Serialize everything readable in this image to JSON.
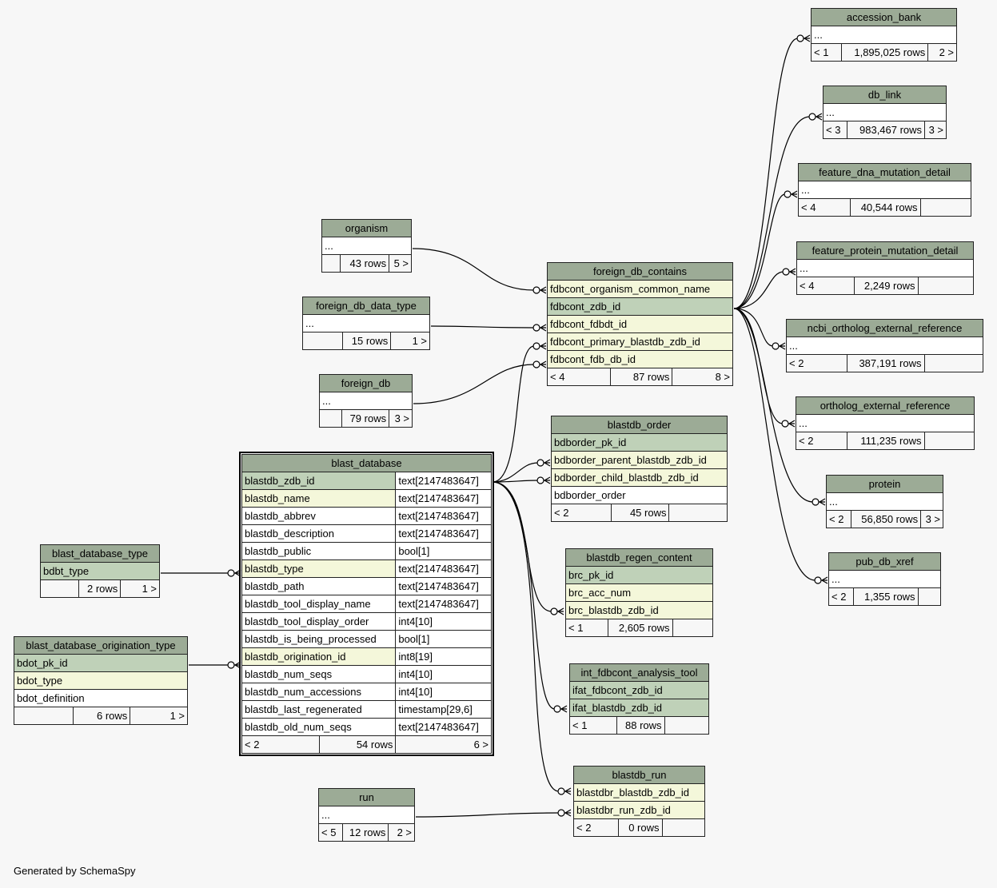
{
  "footer": "Generated by SchemaSpy",
  "colors": {
    "header": "#9cab96",
    "primary_key": "#bfd1b8",
    "foreign_key": "#f4f7da",
    "background": "#f7f7f7"
  },
  "tables": {
    "blast_database": {
      "name": "blast_database",
      "columns": [
        {
          "name": "blastdb_zdb_id",
          "type": "text[2147483647]",
          "kind": "pk"
        },
        {
          "name": "blastdb_name",
          "type": "text[2147483647]",
          "kind": "fk"
        },
        {
          "name": "blastdb_abbrev",
          "type": "text[2147483647]",
          "kind": "plain"
        },
        {
          "name": "blastdb_description",
          "type": "text[2147483647]",
          "kind": "plain"
        },
        {
          "name": "blastdb_public",
          "type": "bool[1]",
          "kind": "plain"
        },
        {
          "name": "blastdb_type",
          "type": "text[2147483647]",
          "kind": "fk"
        },
        {
          "name": "blastdb_path",
          "type": "text[2147483647]",
          "kind": "plain"
        },
        {
          "name": "blastdb_tool_display_name",
          "type": "text[2147483647]",
          "kind": "plain"
        },
        {
          "name": "blastdb_tool_display_order",
          "type": "int4[10]",
          "kind": "plain"
        },
        {
          "name": "blastdb_is_being_processed",
          "type": "bool[1]",
          "kind": "plain"
        },
        {
          "name": "blastdb_origination_id",
          "type": "int8[19]",
          "kind": "fk"
        },
        {
          "name": "blastdb_num_seqs",
          "type": "int4[10]",
          "kind": "plain"
        },
        {
          "name": "blastdb_num_accessions",
          "type": "int4[10]",
          "kind": "plain"
        },
        {
          "name": "blastdb_last_regenerated",
          "type": "timestamp[29,6]",
          "kind": "plain"
        },
        {
          "name": "blastdb_old_num_seqs",
          "type": "text[2147483647]",
          "kind": "plain"
        }
      ],
      "parents": "< 2",
      "rows": "54 rows",
      "children": "6 >"
    },
    "organism": {
      "name": "organism",
      "cols": [
        "..."
      ],
      "parents": "",
      "rows": "43 rows",
      "children": "5 >"
    },
    "foreign_db_data_type": {
      "name": "foreign_db_data_type",
      "cols": [
        "..."
      ],
      "parents": "",
      "rows": "15 rows",
      "children": "1 >"
    },
    "foreign_db": {
      "name": "foreign_db",
      "cols": [
        "..."
      ],
      "parents": "",
      "rows": "79 rows",
      "children": "3 >"
    },
    "blast_database_type": {
      "name": "blast_database_type",
      "cols": [
        "bdbt_type"
      ],
      "parents": "",
      "rows": "2 rows",
      "children": "1 >"
    },
    "blast_database_origination_type": {
      "name": "blast_database_origination_type",
      "cols": [
        "bdot_pk_id",
        "bdot_type",
        "bdot_definition"
      ],
      "parents": "",
      "rows": "6 rows",
      "children": "1 >"
    },
    "run": {
      "name": "run",
      "cols": [
        "..."
      ],
      "parents": "< 5",
      "rows": "12 rows",
      "children": "2 >"
    },
    "foreign_db_contains": {
      "name": "foreign_db_contains",
      "cols": [
        "fdbcont_organism_common_name",
        "fdbcont_zdb_id",
        "fdbcont_fdbdt_id",
        "fdbcont_primary_blastdb_zdb_id",
        "fdbcont_fdb_db_id"
      ],
      "parents": "< 4",
      "rows": "87 rows",
      "children": "8 >"
    },
    "blastdb_order": {
      "name": "blastdb_order",
      "cols": [
        "bdborder_pk_id",
        "bdborder_parent_blastdb_zdb_id",
        "bdborder_child_blastdb_zdb_id",
        "bdborder_order"
      ],
      "parents": "< 2",
      "rows": "45 rows",
      "children": ""
    },
    "blastdb_regen_content": {
      "name": "blastdb_regen_content",
      "cols": [
        "brc_pk_id",
        "brc_acc_num",
        "brc_blastdb_zdb_id"
      ],
      "parents": "< 1",
      "rows": "2,605 rows",
      "children": ""
    },
    "int_fdbcont_analysis_tool": {
      "name": "int_fdbcont_analysis_tool",
      "cols": [
        "ifat_fdbcont_zdb_id",
        "ifat_blastdb_zdb_id"
      ],
      "parents": "< 1",
      "rows": "88 rows",
      "children": ""
    },
    "blastdb_run": {
      "name": "blastdb_run",
      "cols": [
        "blastdbr_blastdb_zdb_id",
        "blastdbr_run_zdb_id"
      ],
      "parents": "< 2",
      "rows": "0 rows",
      "children": ""
    },
    "accession_bank": {
      "name": "accession_bank",
      "cols": [
        "..."
      ],
      "parents": "< 1",
      "rows": "1,895,025 rows",
      "children": "2 >"
    },
    "db_link": {
      "name": "db_link",
      "cols": [
        "..."
      ],
      "parents": "< 3",
      "rows": "983,467 rows",
      "children": "3 >"
    },
    "feature_dna_mutation_detail": {
      "name": "feature_dna_mutation_detail",
      "cols": [
        "..."
      ],
      "parents": "< 4",
      "rows": "40,544 rows",
      "children": ""
    },
    "feature_protein_mutation_detail": {
      "name": "feature_protein_mutation_detail",
      "cols": [
        "..."
      ],
      "parents": "< 4",
      "rows": "2,249 rows",
      "children": ""
    },
    "ncbi_ortholog_external_reference": {
      "name": "ncbi_ortholog_external_reference",
      "cols": [
        "..."
      ],
      "parents": "< 2",
      "rows": "387,191 rows",
      "children": ""
    },
    "ortholog_external_reference": {
      "name": "ortholog_external_reference",
      "cols": [
        "..."
      ],
      "parents": "< 2",
      "rows": "111,235 rows",
      "children": ""
    },
    "protein": {
      "name": "protein",
      "cols": [
        "..."
      ],
      "parents": "< 2",
      "rows": "56,850 rows",
      "children": "3 >"
    },
    "pub_db_xref": {
      "name": "pub_db_xref",
      "cols": [
        "..."
      ],
      "parents": "< 2",
      "rows": "1,355 rows",
      "children": ""
    }
  }
}
